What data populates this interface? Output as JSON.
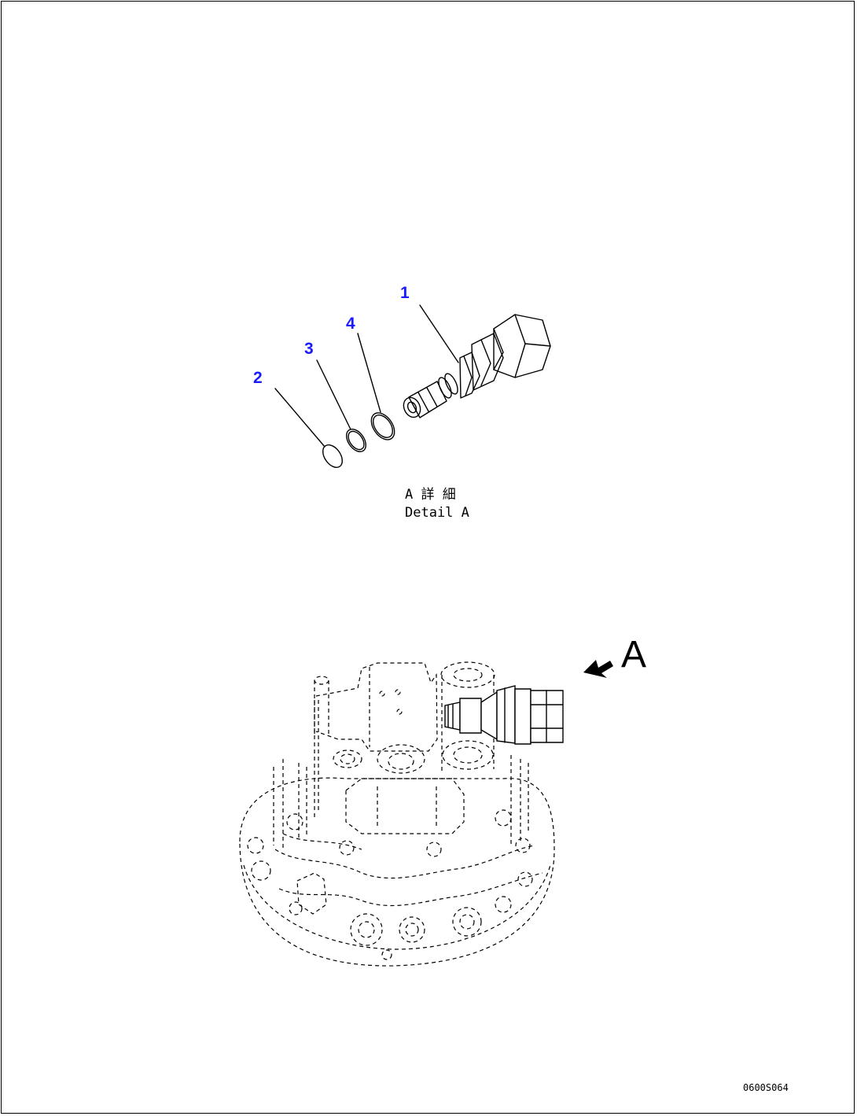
{
  "callouts": [
    {
      "id": "1",
      "label": "1"
    },
    {
      "id": "2",
      "label": "2"
    },
    {
      "id": "3",
      "label": "3"
    },
    {
      "id": "4",
      "label": "4"
    }
  ],
  "detail_caption": {
    "japanese": "A 詳 細",
    "english": "Detail A"
  },
  "view_marker": "A",
  "drawing_id": "0600S064",
  "colors": {
    "callout": "#1a1aff",
    "line": "#000000",
    "background": "#ffffff"
  }
}
